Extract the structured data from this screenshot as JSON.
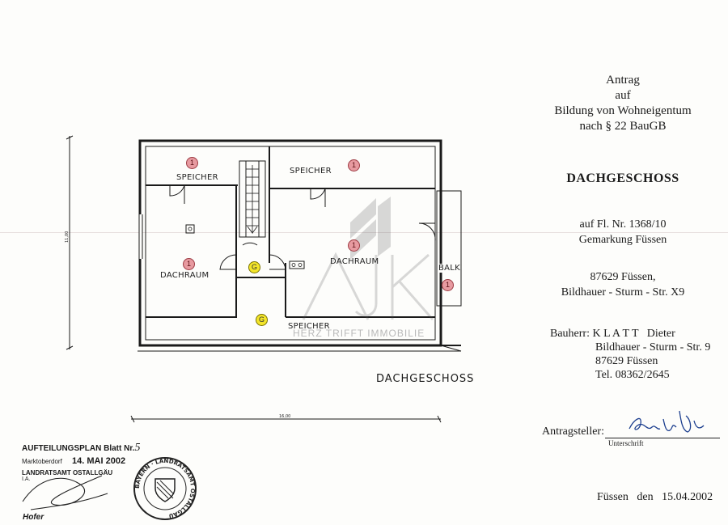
{
  "header": {
    "line1": "Antrag",
    "line2": "auf",
    "line3": "Bildung von Wohneigentum",
    "line4": "nach § 22 BauGB"
  },
  "floor_title": "DACHGESCHOSS",
  "parcel": {
    "line1": "auf Fl. Nr. 1368/10",
    "line2": "Gemarkung Füssen"
  },
  "address": {
    "line1": "87629 Füssen,",
    "line2": "Bildhauer - Sturm - Str. X9"
  },
  "builder": {
    "label": "Bauherr:",
    "name": "K L A T T   Dieter",
    "street": "Bildhauer - Sturm - Str. 9",
    "city": "87629 Füssen",
    "phone": "Tel. 08362/2645"
  },
  "applicant": {
    "label": "Antragsteller:",
    "signature_caption": "Unterschrift"
  },
  "date_line": "Füssen   den   15.04.2002",
  "stamp_block": {
    "plan_label": "AUFTEILUNGSPLAN Blatt Nr.",
    "plan_number": "5",
    "place": "Marktoberdorf",
    "date": "14. MAI 2002",
    "office_line1": "LANDRATSAMT OSTALLGÄU",
    "office_line2": "I.A.",
    "signer": "Hofer"
  },
  "seal_text": "BAYERN · LANDRATSAMT OSTALLGÄU",
  "plan": {
    "caption": "DACHGESCHOSS",
    "dimension_horizontal": "16,00",
    "dimension_vertical": "11,00",
    "rooms": {
      "speicher_left": "SPEICHER",
      "speicher_top": "SPEICHER",
      "dachraum_left": "DACHRAUM",
      "dachraum_right": "DACHRAUM",
      "speicher_bottom": "SPEICHER",
      "balkon": "BALK"
    },
    "marker_unit": "1",
    "marker_common": "G"
  },
  "watermark": {
    "tagline": "HERZ TRIFFT IMMOBILIE"
  },
  "colors": {
    "unit_marker": "#e79aa0",
    "common_marker": "#f3e52a",
    "line": "#1a1a1a"
  }
}
